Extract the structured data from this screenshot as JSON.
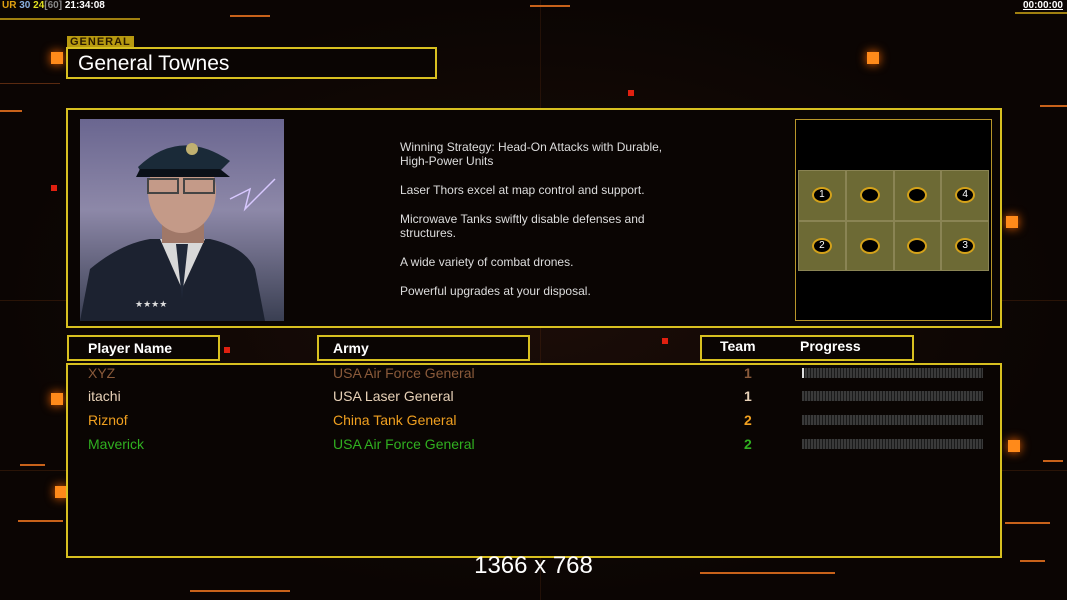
{
  "hud": {
    "ur": "UR",
    "fps": "30",
    "fps2": "24",
    "fps_cap": "[60]",
    "time": "21:34:08"
  },
  "clock": "00:00:00",
  "general_tag": "GENERAL",
  "general_name": "General Townes",
  "description": [
    "Winning Strategy: Head-On Attacks with Durable,\n High-Power Units",
    "Laser Thors excel at map control and support.",
    "Microwave Tanks swiftly disable defenses and\n structures.",
    "A wide variety of combat drones.",
    "Powerful upgrades at your disposal."
  ],
  "map": {
    "slots": [
      "1",
      "",
      "",
      "4",
      "2",
      "",
      "",
      "3"
    ]
  },
  "headers": {
    "player": "Player Name",
    "army": "Army",
    "team": "Team",
    "progress": "Progress"
  },
  "players": [
    {
      "name": "XYZ",
      "army": "USA Air Force General",
      "team": "1",
      "progress": 1,
      "color": "#8a5a3a"
    },
    {
      "name": "itachi",
      "army": "USA Laser General",
      "team": "1",
      "progress": 0,
      "color": "#e8d2b8"
    },
    {
      "name": "Riznof",
      "army": "China Tank General",
      "team": "2",
      "progress": 0,
      "color": "#f0a020"
    },
    {
      "name": "Maverick",
      "army": "USA Air Force General",
      "team": "2",
      "progress": 0,
      "color": "#30b020"
    }
  ],
  "resolution": "1366 x 768"
}
